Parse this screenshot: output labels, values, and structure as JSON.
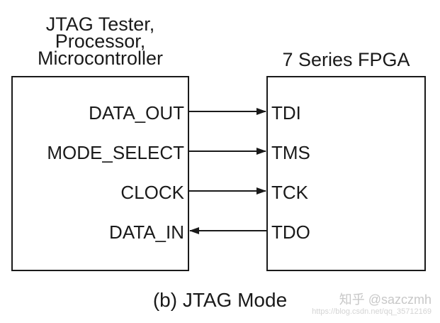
{
  "left_block": {
    "title_lines": [
      "JTAG Tester,",
      "Processor,",
      "Microcontroller"
    ],
    "signals": [
      "DATA_OUT",
      "MODE_SELECT",
      "CLOCK",
      "DATA_IN"
    ]
  },
  "right_block": {
    "title": "7 Series FPGA",
    "signals": [
      "TDI",
      "TMS",
      "TCK",
      "TDO"
    ]
  },
  "connections": [
    {
      "from": "DATA_OUT",
      "to": "TDI",
      "direction": "right"
    },
    {
      "from": "MODE_SELECT",
      "to": "TMS",
      "direction": "right"
    },
    {
      "from": "CLOCK",
      "to": "TCK",
      "direction": "right"
    },
    {
      "from": "TDO",
      "to": "DATA_IN",
      "direction": "left"
    }
  ],
  "caption": "(b) JTAG Mode",
  "watermark": {
    "main": "知乎 @sazczmh",
    "sub": "https://blog.csdn.net/qq_35712169"
  }
}
